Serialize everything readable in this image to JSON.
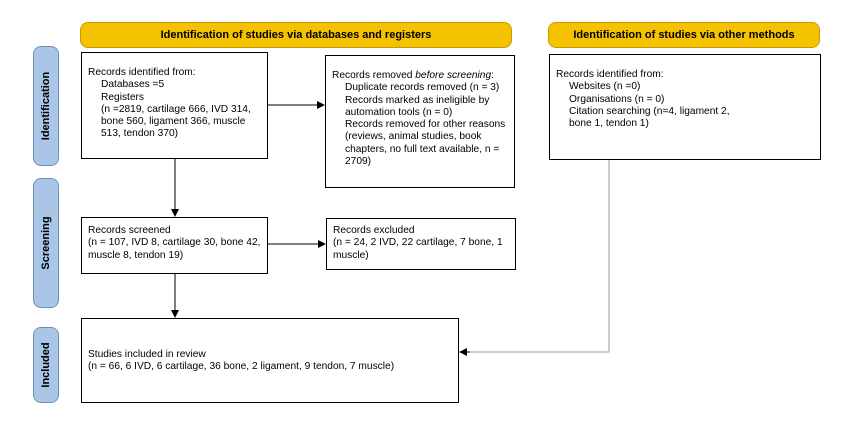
{
  "headers": {
    "databases": "Identification of studies via databases and registers",
    "other": "Identification of studies via other methods"
  },
  "phases": {
    "identification": "Identification",
    "screening": "Screening",
    "included": "Included"
  },
  "db_identified": {
    "title": "Records identified from:",
    "databases": "Databases =5",
    "registers": "Registers",
    "registers_detail": "(n =2819, cartilage 666, IVD 314, bone 560, ligament 366, muscle 513, tendon 370)"
  },
  "removed": {
    "title_prefix": "Records removed ",
    "title_italic": "before screening",
    "title_suffix": ":",
    "duplicates": "Duplicate records removed (n = 3)",
    "ineligible": "Records marked as ineligible by automation tools (n = 0)",
    "other_reasons": "Records removed for other reasons (reviews, animal studies, book chapters, no full text available, n = 2709)"
  },
  "other_identified": {
    "title": "Records identified from:",
    "websites": "Websites (n =0)",
    "organisations": "Organisations (n = 0)",
    "citation": "Citation searching (n=4, ligament 2, bone 1, tendon 1)"
  },
  "screened": {
    "title": "Records screened",
    "detail": "(n = 107, IVD 8, cartilage 30, bone 42, muscle 8, tendon 19)"
  },
  "excluded": {
    "title": "Records excluded",
    "detail": "(n = 24, 2 IVD, 22 cartilage, 7 bone, 1 muscle)"
  },
  "included": {
    "title": "Studies included in review",
    "detail": "(n = 66, 6 IVD, 6 cartilage, 36 bone, 2 ligament, 9 tendon, 7 muscle)"
  }
}
